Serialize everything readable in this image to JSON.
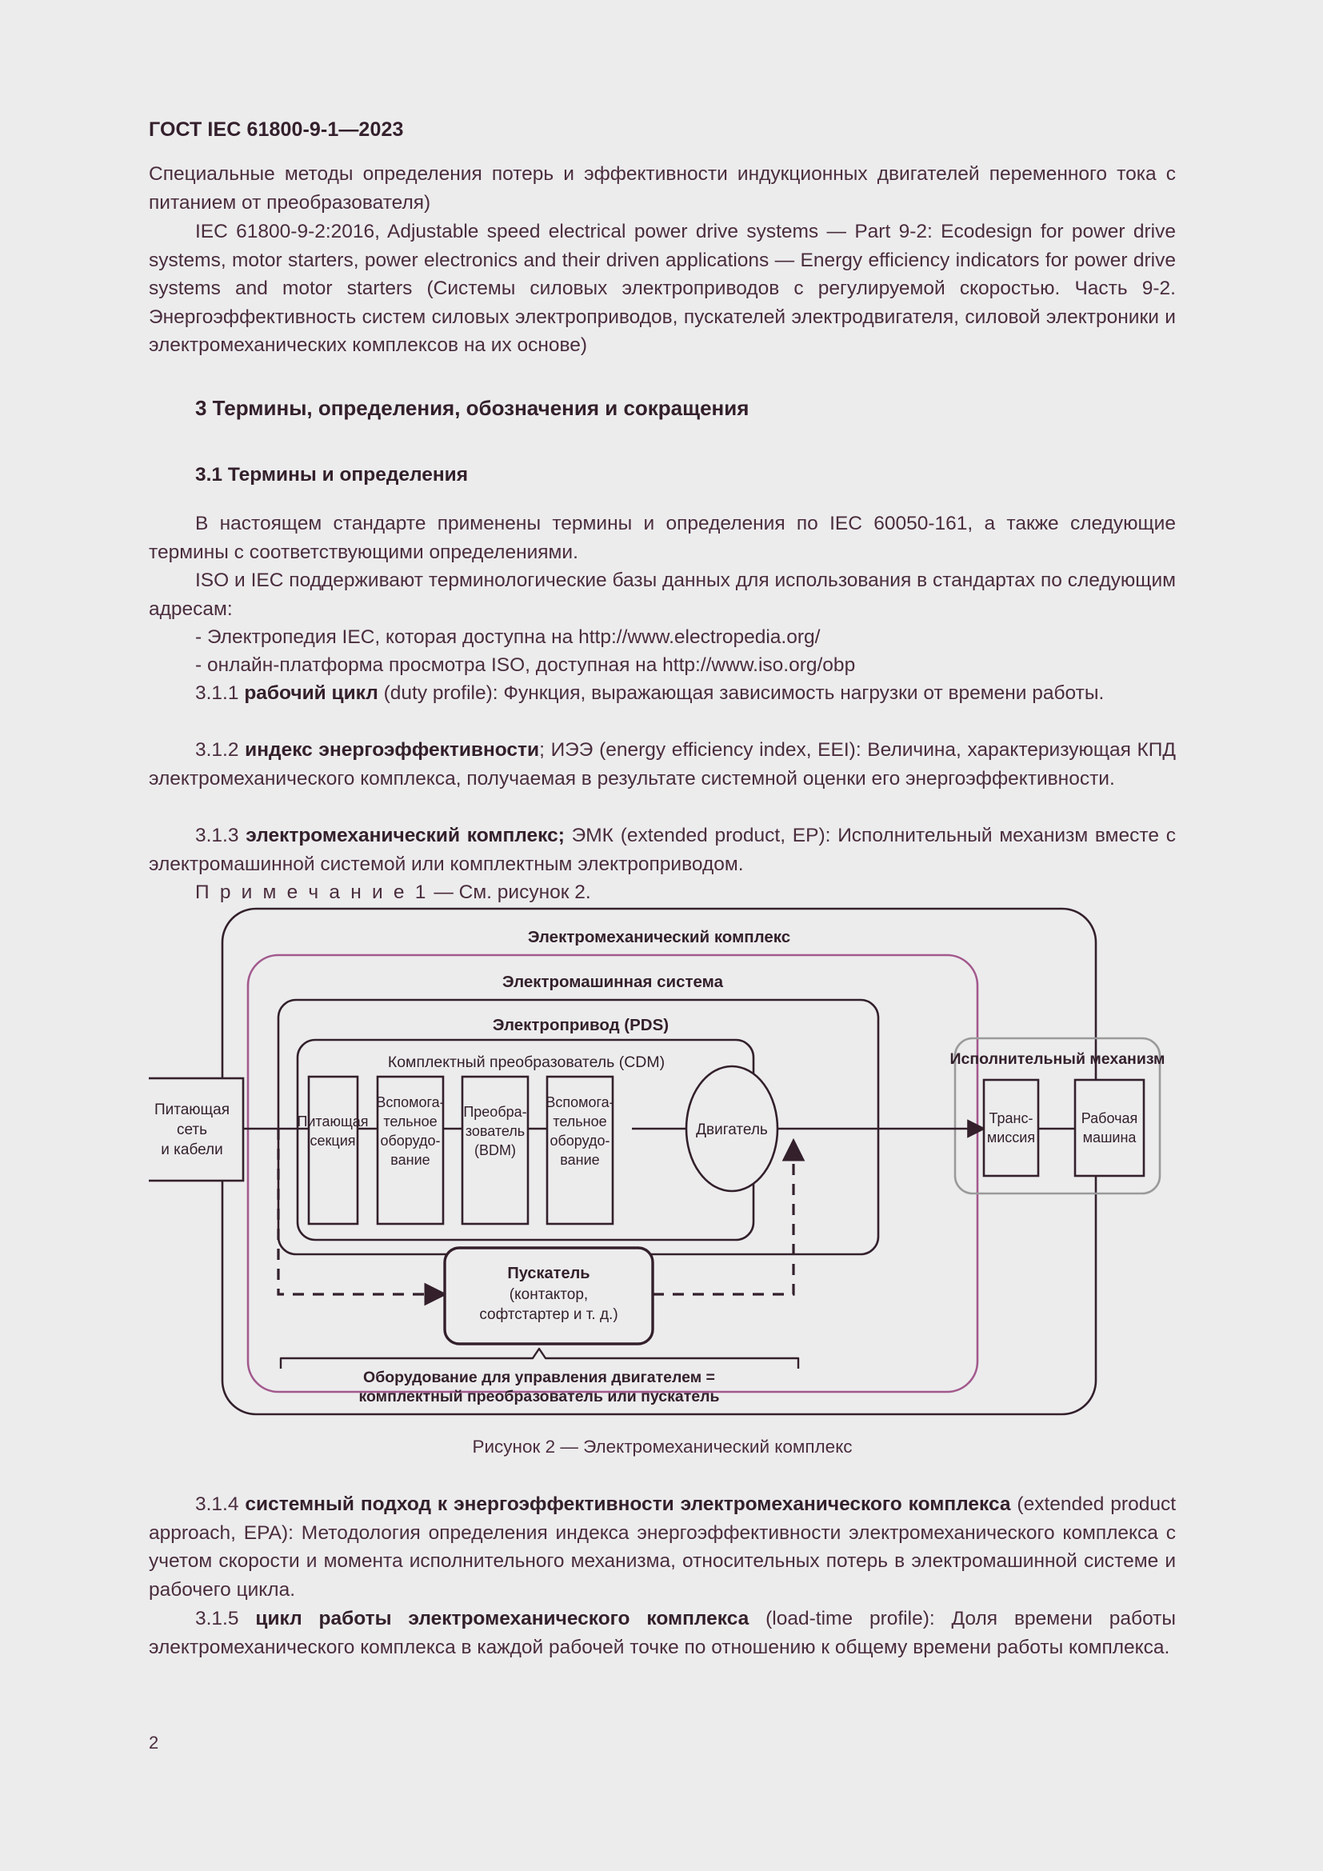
{
  "header": {
    "standard": "ГОСТ IEC 61800-9-1—2023"
  },
  "page_number": "2",
  "body": {
    "para_continuation": "Специальные методы определения потерь и эффективности индукционных двигателей переменного тока с питанием от преобразователя)",
    "para_iec": "IEC 61800-9-2:2016, Adjustable speed electrical power drive systems — Part 9-2: Ecodesign for power drive systems, motor starters, power electronics and their driven applications — Energy efficiency indicators for power drive systems and motor starters (Системы силовых электроприводов с регулируемой скоростью. Часть 9-2. Энергоэффективность систем силовых электроприводов, пускателей электродвигателя, силовой электроники и электромеханических комплексов на их основе)",
    "section3_title": "3  Термины, определения, обозначения и сокращения",
    "section31_title": "3.1  Термины и определения",
    "para_terms1": "В настоящем стандарте применены термины и определения  по IEC 60050-161, а также следующие термины с соответствующими определениями.",
    "para_terms2": "ISO и IEC поддерживают терминологические базы данных для использования в стандартах по следующим адресам:",
    "bullet1": "-  Электропедия IEC, которая доступна на http://www.electropedia.org/",
    "bullet2": "-  онлайн-платформа просмотра ISO, доступная на http://www.iso.org/obp",
    "term_311_num": "3.1.1",
    "term_311_term": "рабочий цикл",
    "term_311_def": "(duty profile):  Функция,  выражающая  зависимость  нагрузки от времени работы.",
    "term_312_num": "3.1.2",
    "term_312_term": "индекс энергоэффективности",
    "term_312_def": "; ИЭЭ (energy efficiency index, EEI): Величина, характеризующая КПД электромеханического комплекса, получаемая в результате системной оценки его энергоэффективности.",
    "term_313_num": "3.1.3",
    "term_313_term": "электромеханический комплекс;",
    "term_313_def": " ЭМК (extended product, EP): Исполнительный механизм вместе с электромашинной системой или комплектным электроприводом.",
    "note1_label": "П р и м е ч а н и е  1",
    "note1_text": " — См. рисунок 2.",
    "figure_caption": "Рисунок 2 — Электромеханический комплекс",
    "term_314_num": "3.1.4",
    "term_314_term": "системный подход к энергоэффективности электромеханического комплекса",
    "term_314_def": " (extended product approach, EPA): Методология определения индекса энергоэффективности электромеханического комплекса с учетом скорости и момента исполнительного механизма, относительных потерь в электромашинной системе и рабочего цикла.",
    "term_315_num": "3.1.5",
    "term_315_term": "цикл работы электромеханического комплекса",
    "term_315_def": " (load-time profile): Доля времени работы электромеханического комплекса в каждой рабочей точке по отношению к общему времени работы комплекса."
  },
  "figure": {
    "outer_label": "Электромеханический комплекс",
    "ems_label": "Электромашинная система",
    "pds_label": "Электропривод (PDS)",
    "cdm_label": "Комплектный преобразователь (CDM)",
    "driven_label": "Исполнительный механизм",
    "boxes": {
      "supply": [
        "Питающая",
        "сеть",
        "и кабели"
      ],
      "feeding_section": [
        "Питающая",
        "секция"
      ],
      "aux1": [
        "Вспомога-",
        "тельное",
        "оборудо-",
        "вание"
      ],
      "converter": [
        "Преобра-",
        "зователь",
        "(BDM)"
      ],
      "aux2": [
        "Вспомога-",
        "тельное",
        "оборудо-",
        "вание"
      ],
      "motor": "Двигатель",
      "transmission": [
        "Транс-",
        "миссия"
      ],
      "machine": [
        "Рабочая",
        "машина"
      ],
      "starter": [
        "Пускатель",
        "(контактор,",
        "софтстартер и т. д.)"
      ]
    },
    "brace_label": [
      "Оборудование для управления двигателем =",
      "комплектный преобразователь или пускатель"
    ]
  },
  "colors": {
    "page_bg": "#ececed",
    "text": "#4a2d3d",
    "dark_outline": "#33202b",
    "accent_magenta": "#a2598d",
    "gray_outline": "#9a9a9a"
  }
}
